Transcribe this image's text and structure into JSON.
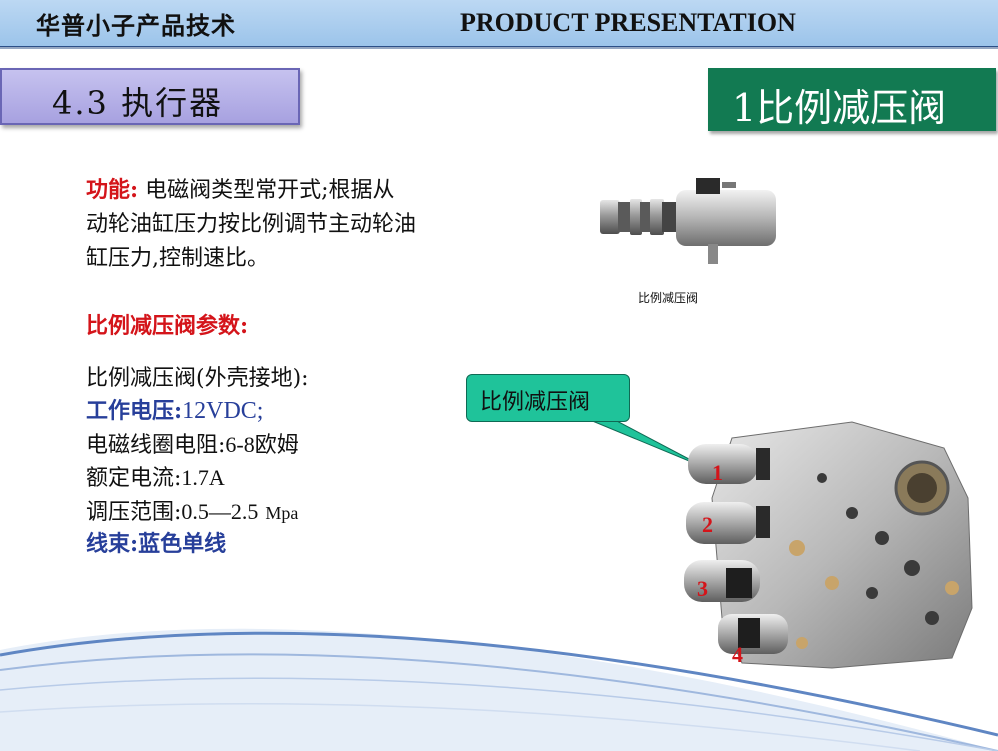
{
  "header": {
    "brand": "华普小子产品技术",
    "presentation": "PRODUCT PRESENTATION"
  },
  "section": {
    "title": "4.3  执行器"
  },
  "valve_title": "1比例减压阀",
  "function": {
    "label": "功能:",
    "line1": " 电磁阀类型常开式;根据从",
    "line2": "动轮油缸压力按比例调节主动轮油",
    "line3": "缸压力,控制速比。"
  },
  "params": {
    "heading": "比例减压阀参数:",
    "intro": "比例减压阀(外壳接地):",
    "voltage_label": "工作电压:",
    "voltage_value": "12VDC;",
    "resistance_label": "电磁线圈电阻:",
    "resistance_value": "6-8欧姆",
    "current_label": "额定电流:",
    "current_value": "1.7A",
    "range_label": "调压范围:",
    "range_value": "0.5—2.5",
    "range_unit": "Mpa",
    "harness_label": "线束:",
    "harness_value": "蓝色单线"
  },
  "photo_caption": "比例减压阀",
  "callout": "比例减压阀",
  "valve_labels": [
    "1",
    "2",
    "3",
    "4"
  ],
  "colors": {
    "header_bg": "#9cc4ea",
    "section_bg": "#b3aee6",
    "valve_box_bg": "#127a52",
    "callout_bg": "#1fc39a",
    "accent_red": "#d4141a",
    "accent_blue": "#273f9a"
  }
}
